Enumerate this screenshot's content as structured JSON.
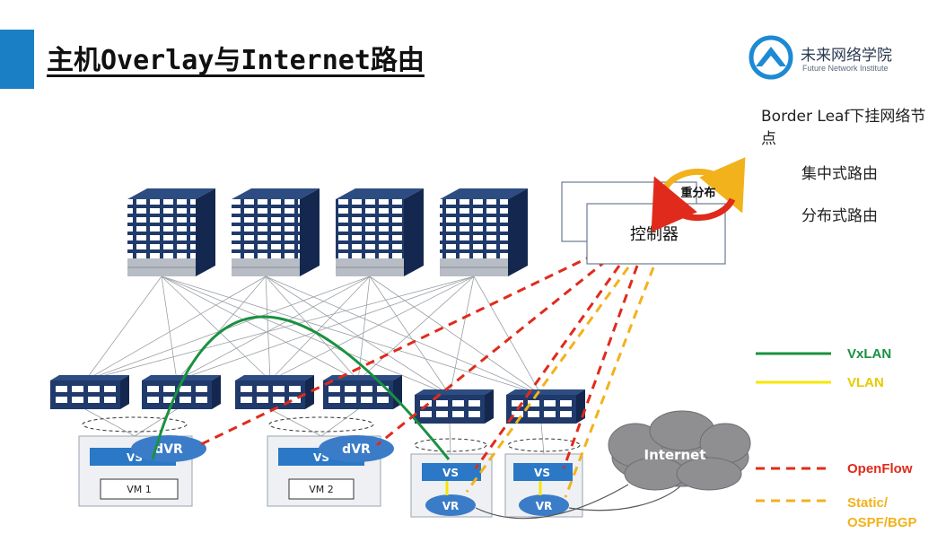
{
  "title": "主机Overlay与Internet路由",
  "logo": {
    "name": "未来网络学院",
    "subtitle": "Future Network Institute"
  },
  "side_notes": {
    "border_leaf": "Border Leaf下挂网络节点",
    "centralized": "集中式路由",
    "distributed": "分布式路由"
  },
  "controller": {
    "label": "控制器",
    "redistribute": "重分布"
  },
  "internet_label": "Internet",
  "hosts": [
    {
      "vs": "VS",
      "dvr": "dVR",
      "vm": "VM 1"
    },
    {
      "vs": "VS",
      "dvr": "dVR",
      "vm": "VM 2"
    }
  ],
  "border_nodes": [
    {
      "vs": "VS",
      "vr": "VR"
    },
    {
      "vs": "VS",
      "vr": "VR"
    }
  ],
  "legend": [
    {
      "label": "VxLAN",
      "color": "#1a9140",
      "style": "solid"
    },
    {
      "label": "VLAN",
      "color": "#f5e600",
      "style": "solid"
    },
    {
      "label": "OpenFlow",
      "color": "#e02b1c",
      "style": "dashed"
    },
    {
      "label": "Static/\nOSPF/BGP",
      "color": "#f2b21b",
      "style": "dashed"
    }
  ],
  "colors": {
    "accent": "#1a7fc4",
    "switch_front": "#1f3a6b",
    "switch_side": "#14284f",
    "vs_box": "#2a78c6",
    "vr_oval": "#3b7cc9",
    "vxlan": "#1a9140",
    "vlan": "#f5e600",
    "openflow": "#e02b1c",
    "routing": "#f2b21b"
  }
}
